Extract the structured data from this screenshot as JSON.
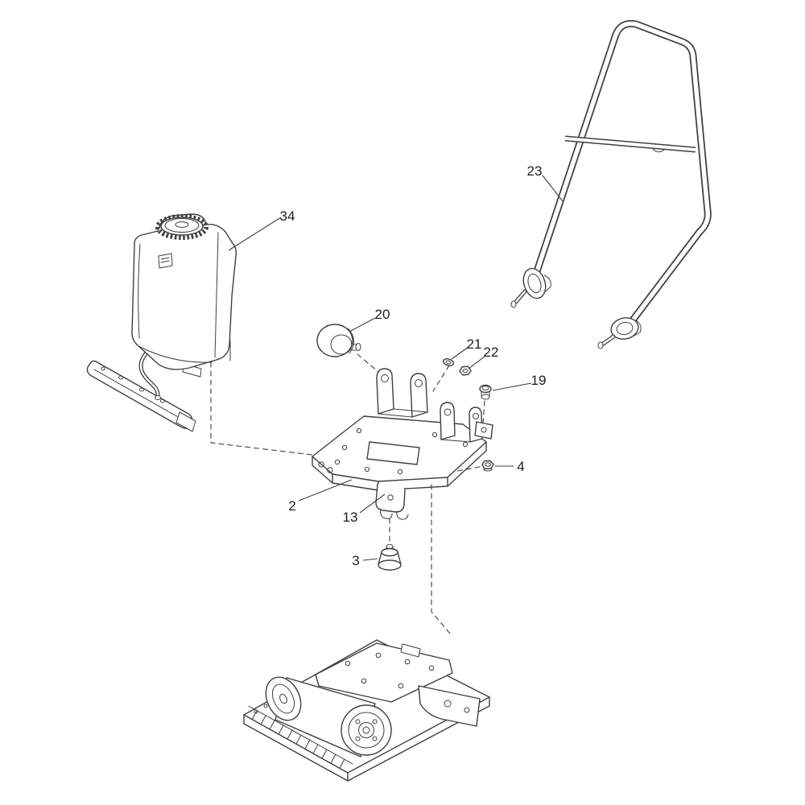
{
  "diagram": {
    "figure_type": "exploded-parts-diagram",
    "subject": "vibratory-plate-compactor-console-wheel-kit",
    "colors": {
      "background": "#ffffff",
      "line": "#3f3f3f",
      "text": "#1d1d1d"
    },
    "callouts": [
      {
        "label": "34",
        "part": "water-tank-with-sprinkler-bar"
      },
      {
        "label": "23",
        "part": "transport-wheel-handle-frame"
      },
      {
        "label": "20",
        "part": "rubber-buffer-round"
      },
      {
        "label": "21",
        "part": "washer"
      },
      {
        "label": "22",
        "part": "hex-nut"
      },
      {
        "label": "19",
        "part": "bolt-plug"
      },
      {
        "label": "4",
        "part": "flange-nut"
      },
      {
        "label": "2",
        "part": "console-plate"
      },
      {
        "label": "13",
        "part": "retainer-bracket"
      },
      {
        "label": "3",
        "part": "rubber-buffer-small"
      }
    ]
  }
}
